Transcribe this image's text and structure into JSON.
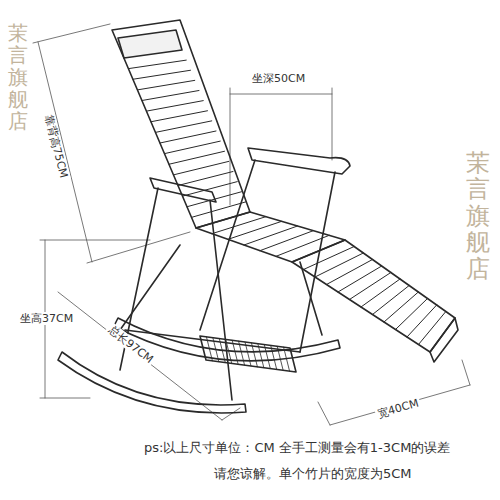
{
  "diagram": {
    "labels": [
      "茉言旗舰店",
      "靠背高75CM",
      "坐深50CM",
      "坐高37CM",
      "总长97CM",
      "宽40CM",
      "ps:以上尺寸单位：CM 全手工测量会有1-3CM的误差",
      "请您谅解。单个竹片的宽度为5CM",
      "茉言旗舰店"
    ]
  }
}
